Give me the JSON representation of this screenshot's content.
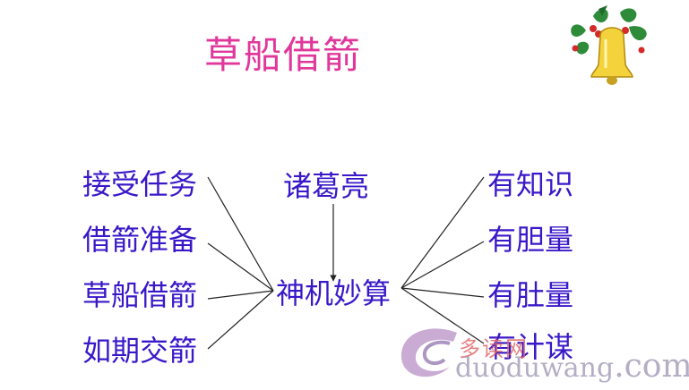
{
  "title": "草船借箭",
  "center": "神机妙算",
  "top": "诸葛亮",
  "left": [
    "接受任务",
    "借箭准备",
    "草船借箭",
    "如期交箭"
  ],
  "right": [
    "有知识",
    "有胆量",
    "有肚量",
    "有计谋"
  ],
  "watermark": {
    "cn": "多读网",
    "domain": "duoduwang",
    "tld": ".com"
  },
  "icons": {
    "decoration": "christmas-bell-icon",
    "watermark_logo": "swirl-logo-icon"
  },
  "colors": {
    "title": "#e0389a",
    "node_text": "#3a18c8",
    "lines": "#222222"
  }
}
